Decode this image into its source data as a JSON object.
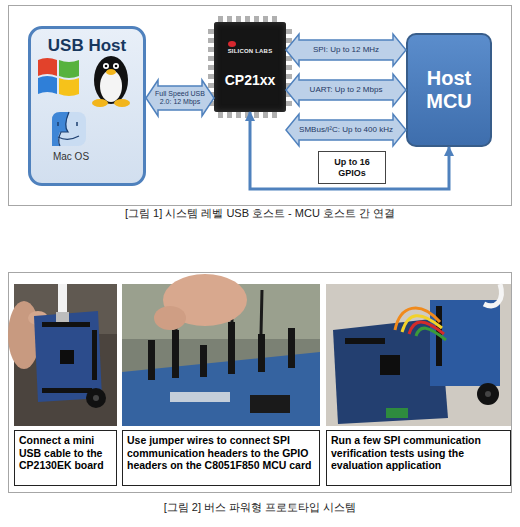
{
  "diagram": {
    "nodes": [
      {
        "text": [
          "USB Host",
          "Mac OS"
        ]
      },
      {
        "text": [
          "SILICON LABS",
          "CP21xx"
        ]
      },
      {
        "text": [
          "Host MCU"
        ]
      },
      {
        "text": [
          "Up to 16 GPIOs"
        ]
      },
      {
        "text": [
          "Connect a mini USB cable to the CP2130EK board"
        ]
      },
      {
        "text": [
          "Use jumper wires to connect SPI communication headers to the GPIO headers on the C8051F850 MCU card"
        ]
      },
      {
        "text": [
          "Run a few SPI communication verification tests using the evaluation application"
        ]
      }
    ],
    "edges": [
      {
        "from": 0,
        "to": 1,
        "label": "Full Speed USB 2.0: 12 Mbps",
        "arrow": "both"
      },
      {
        "from": 1,
        "to": 2,
        "label": "SPI: Up to 12 MHz",
        "arrow": "both"
      },
      {
        "from": 1,
        "to": 2,
        "label": "UART: Up to 2 Mbps",
        "arrow": "both"
      },
      {
        "from": 1,
        "to": 2,
        "label": "SMBus/I²C: Up to 400 kHz",
        "arrow": "both"
      },
      {
        "from": 1,
        "to": 2,
        "arrow": "both"
      }
    ],
    "labels": [
      "[그림 1] 시스템 레벨 USB 호스트 - MCU 호스트 간 연결",
      "[그림 2] 버스 파워형 프로토타입 시스템"
    ]
  }
}
